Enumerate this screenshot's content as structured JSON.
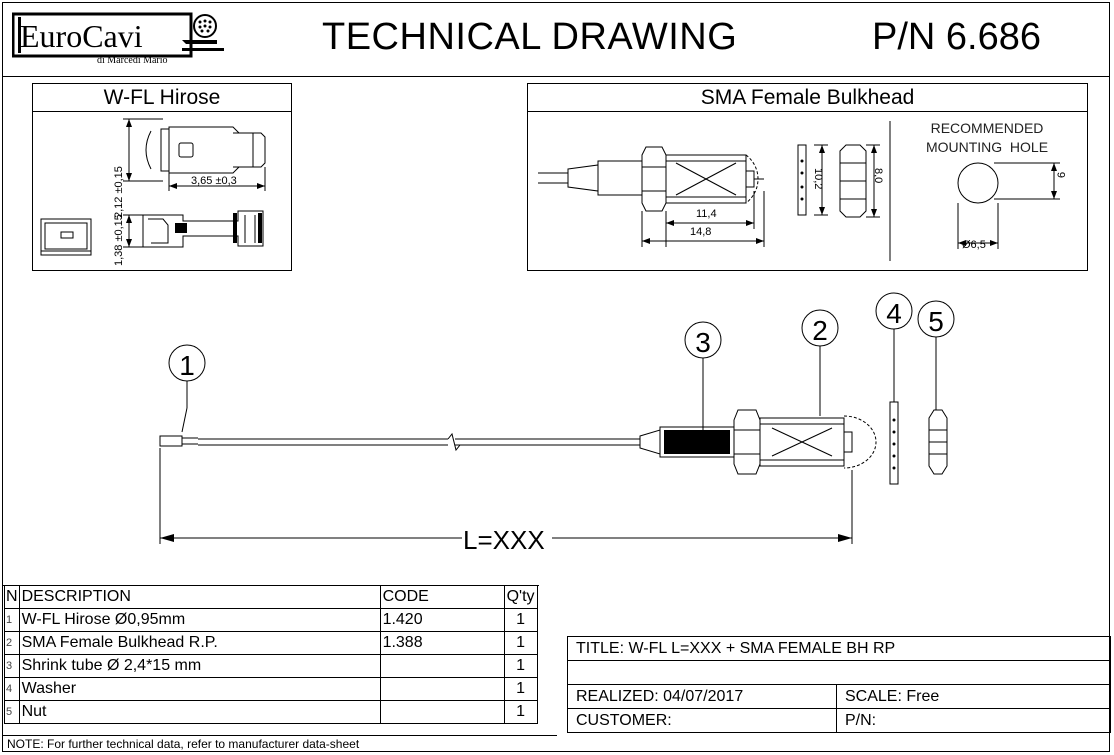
{
  "header": {
    "logo_text": "EuroCavi",
    "logo_sub": "di Marcedi Mario",
    "title": "TECHNICAL DRAWING",
    "part_number": "P/N 6.686"
  },
  "wfl_panel": {
    "title": "W-FL Hirose",
    "dim_height_top": "2,12 ±0,15",
    "dim_length": "3,65 ±0,3",
    "dim_height_bottom": "1,38 ±0,15"
  },
  "sma_panel": {
    "title": "SMA Female Bulkhead",
    "dim_11_4": "11,4",
    "dim_14_8": "14,8",
    "dim_10_2": "10,2",
    "dim_8_0": "8,0",
    "recommended_line1": "RECOMMENDED",
    "recommended_line2": "MOUNTING  HOLE",
    "dim_6": "6",
    "dim_hole": "Ø6,5"
  },
  "assembly": {
    "balloons": [
      "1",
      "2",
      "3",
      "4",
      "5"
    ],
    "length_label": "L=XXX"
  },
  "bom": {
    "headers": {
      "n": "N",
      "description": "DESCRIPTION",
      "code": "CODE",
      "qty": "Q'ty"
    },
    "rows": [
      {
        "n": "1",
        "description": "W-FL Hirose Ø0,95mm",
        "code": "1.420",
        "qty": "1"
      },
      {
        "n": "2",
        "description": "SMA Female Bulkhead R.P.",
        "code": "1.388",
        "qty": "1"
      },
      {
        "n": "3",
        "description": "Shrink tube Ø 2,4*15 mm",
        "code": "",
        "qty": "1"
      },
      {
        "n": "4",
        "description": "Washer",
        "code": "",
        "qty": "1"
      },
      {
        "n": "5",
        "description": "Nut",
        "code": "",
        "qty": "1"
      }
    ]
  },
  "title_block": {
    "title": "TITLE: W-FL L=XXX + SMA FEMALE BH RP",
    "realized": "REALIZED: 04/07/2017",
    "scale": "SCALE: Free",
    "customer": "CUSTOMER:",
    "pn": "P/N:"
  },
  "note": "NOTE: For further technical data, refer to manufacturer data-sheet"
}
